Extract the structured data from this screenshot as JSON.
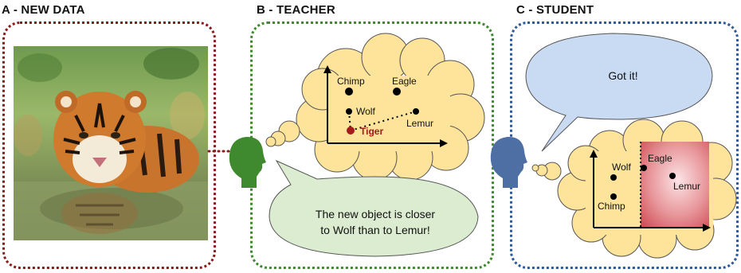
{
  "panels": {
    "a": {
      "title": "A - NEW DATA",
      "color": "#8b1a1a"
    },
    "b": {
      "title": "B - TEACHER",
      "color": "#3f8a2e"
    },
    "c": {
      "title": "C - STUDENT",
      "color": "#2c5a9c"
    }
  },
  "teacher": {
    "points": [
      {
        "label": "Chimp"
      },
      {
        "label": "Eagle"
      },
      {
        "label": "Wolf"
      },
      {
        "label": "Lemur"
      },
      {
        "label": "Tiger",
        "color": "#a51a1a"
      }
    ],
    "speech_line1": "The new object is closer",
    "speech_line2": "to Wolf than to Lemur!"
  },
  "student": {
    "speech": "Got it!",
    "points": [
      {
        "label": "Wolf"
      },
      {
        "label": "Chimp"
      },
      {
        "label": "Eagle"
      },
      {
        "label": "Lemur"
      }
    ]
  },
  "colors": {
    "thought_fill": "#fde49a",
    "speech_green": "#dcecd0",
    "speech_blue": "#c9daf3",
    "teacher_head": "#3f8a2e",
    "student_head": "#4e6fa3",
    "region_red": "#d9535a"
  }
}
